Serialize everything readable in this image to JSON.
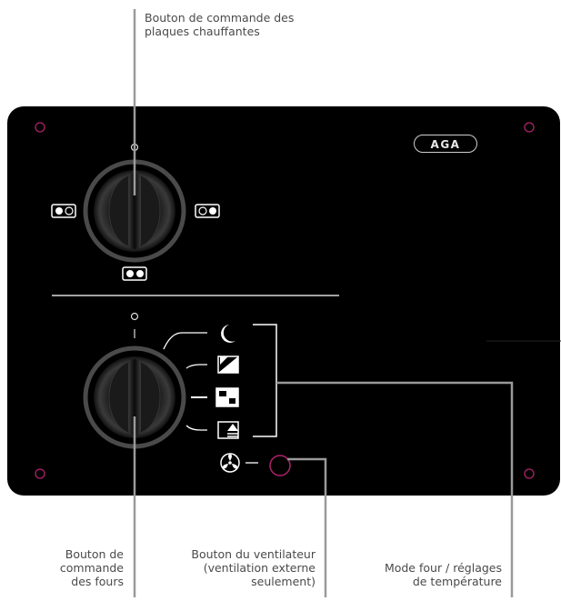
{
  "brand": {
    "logo_text": "AGA"
  },
  "callouts": {
    "hotplate": [
      "Bouton de commande des",
      "plaques chauffantes"
    ],
    "oven": [
      "Bouton de",
      "commande",
      "des fours"
    ],
    "fan": [
      "Bouton du ventilateur",
      "(ventilation externe",
      "seulement)"
    ],
    "mode": [
      "Mode four / réglages",
      "de température"
    ]
  },
  "colors": {
    "panel": "#000000",
    "screw_ring": "#b0226a",
    "leader_line": "#9a9a9a",
    "text": "#4a4a4a",
    "knob_bezel": "#4a4a4a"
  },
  "icons": {
    "hotplate_left": "left-plate-icon",
    "hotplate_right": "right-plate-icon",
    "hotplate_both": "both-plates-icon",
    "mode_1": "moon-icon",
    "mode_2": "diagonal-split-icon",
    "mode_3": "quad-square-icon",
    "mode_4": "bake-arrow-icon",
    "fan": "fan-icon"
  }
}
